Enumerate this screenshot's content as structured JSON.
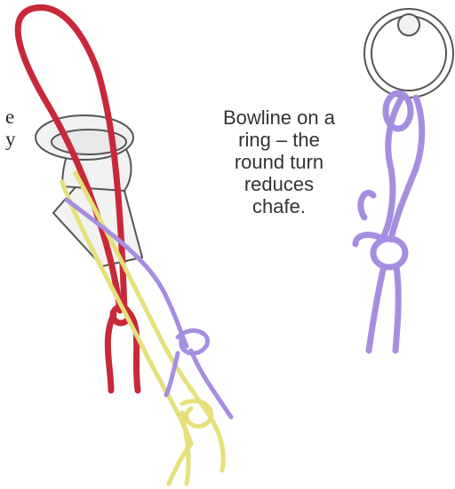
{
  "left_fragment": {
    "line1": "e",
    "line2": "y"
  },
  "caption": {
    "lines": [
      "Bowline on a",
      "ring – the",
      "round turn",
      "reduces",
      "chafe."
    ]
  },
  "colors": {
    "red_rope": "#c8283a",
    "yellow_rope": "#e6e07a",
    "purple_rope": "#a58ee0",
    "outline": "#4a4a4a"
  }
}
